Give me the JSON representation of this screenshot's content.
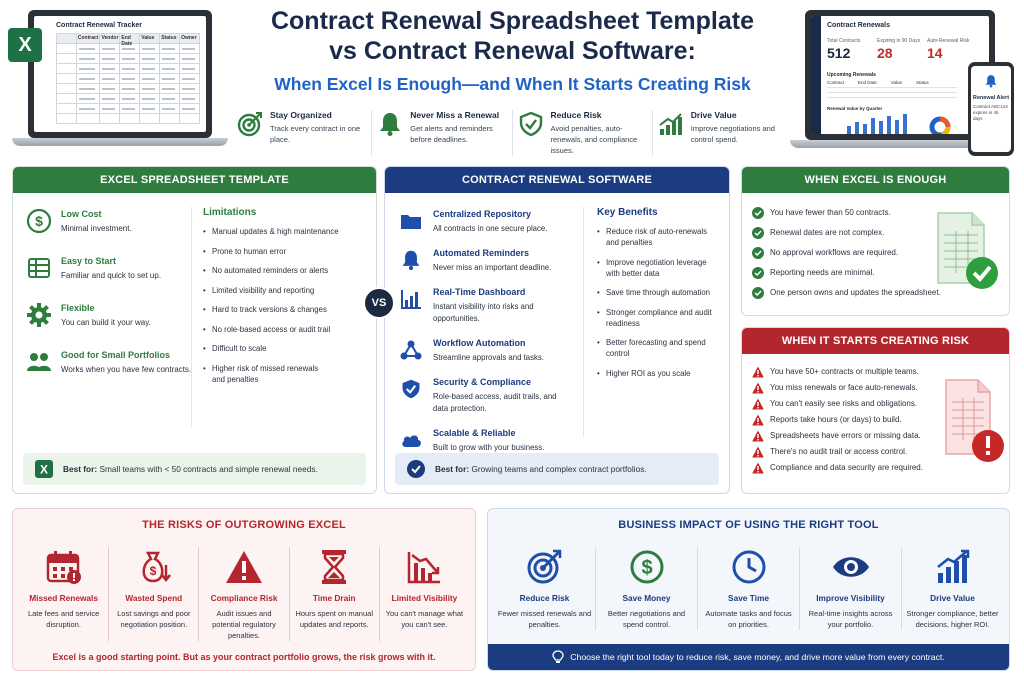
{
  "header": {
    "title_line1": "Contract Renewal Spreadsheet Template",
    "title_line2": "vs Contract Renewal Software:",
    "subtitle": "When Excel Is Enough—and When It Starts Creating Risk",
    "excel_badge": "X",
    "laptop_sheet": {
      "title": "Contract Renewal Tracker",
      "columns": [
        "Contract",
        "Vendor",
        "End Date",
        "Value",
        "Status",
        "Owner"
      ]
    },
    "dashboard": {
      "title": "Contract Renewals",
      "kpis": [
        {
          "label": "Total Contracts",
          "value": "512",
          "color": "#1b2a41"
        },
        {
          "label": "Expiring in 90 Days",
          "value": "28",
          "color": "#c62828"
        },
        {
          "label": "Auto-Renewal Risk",
          "value": "14",
          "color": "#c62828"
        }
      ],
      "upcoming_label": "Upcoming Renewals",
      "upcoming_columns": [
        "Contract",
        "End Date",
        "Value",
        "Status"
      ],
      "chart_label": "Renewal Value by Quarter"
    },
    "phone": {
      "title": "Renewal Alert",
      "text": "Contract ABC123 expires in 45 days"
    },
    "features": [
      {
        "title": "Stay Organized",
        "desc": "Track every contract in one place.",
        "icon": "target-icon"
      },
      {
        "title": "Never Miss a Renewal",
        "desc": "Get alerts and reminders before deadlines.",
        "icon": "bell-icon"
      },
      {
        "title": "Reduce Risk",
        "desc": "Avoid penalties, auto-renewals, and compliance issues.",
        "icon": "shield-check-icon"
      },
      {
        "title": "Drive Value",
        "desc": "Improve negotiations and control spend.",
        "icon": "growth-chart-icon"
      }
    ]
  },
  "excel_panel": {
    "header": "EXCEL SPREADSHEET TEMPLATE",
    "pros": [
      {
        "title": "Low Cost",
        "desc": "Minimal investment."
      },
      {
        "title": "Easy to Start",
        "desc": "Familiar and quick to set up."
      },
      {
        "title": "Flexible",
        "desc": "You can build it your way."
      },
      {
        "title": "Good for Small Portfolios",
        "desc": "Works when you have few contracts."
      }
    ],
    "limitations_title": "Limitations",
    "limitations": [
      "Manual updates & high maintenance",
      "Prone to human error",
      "No automated reminders or alerts",
      "Limited visibility and reporting",
      "Hard to track versions & changes",
      "No role-based access or audit trail",
      "Difficult to scale",
      "Higher risk of missed renewals and penalties"
    ],
    "best_for_label": "Best for:",
    "best_for_text": "Small teams with < 50 contracts and simple renewal needs."
  },
  "vs_label": "VS",
  "software_panel": {
    "header": "CONTRACT RENEWAL SOFTWARE",
    "features": [
      {
        "title": "Centralized Repository",
        "desc": "All contracts in one secure place."
      },
      {
        "title": "Automated Reminders",
        "desc": "Never miss an important deadline."
      },
      {
        "title": "Real-Time Dashboard",
        "desc": "Instant visibility into risks and opportunities."
      },
      {
        "title": "Workflow Automation",
        "desc": "Streamline approvals and tasks."
      },
      {
        "title": "Security & Compliance",
        "desc": "Role-based access, audit trails, and data protection."
      },
      {
        "title": "Scalable & Reliable",
        "desc": "Built to grow with your business."
      }
    ],
    "benefits_title": "Key Benefits",
    "benefits": [
      "Reduce risk of auto-renewals and penalties",
      "Improve negotiation leverage with better data",
      "Save time through automation",
      "Stronger compliance and audit readiness",
      "Better forecasting and spend control",
      "Higher ROI as you scale"
    ],
    "best_for_label": "Best for:",
    "best_for_text": "Growing teams and complex contract portfolios."
  },
  "enough_panel": {
    "header": "WHEN EXCEL IS ENOUGH",
    "items": [
      "You have fewer than 50 contracts.",
      "Renewal dates are not complex.",
      "No approval workflows are required.",
      "Reporting needs are minimal.",
      "One person owns and updates the spreadsheet."
    ]
  },
  "risk_panel": {
    "header": "WHEN IT STARTS CREATING RISK",
    "items": [
      "You have 50+ contracts or multiple teams.",
      "You miss renewals or face auto-renewals.",
      "You can't easily see risks and obligations.",
      "Reports take hours (or days) to build.",
      "Spreadsheets have errors or missing data.",
      "There's no audit trail or access control.",
      "Compliance and data security are required."
    ]
  },
  "outgrow_panel": {
    "title": "THE RISKS OF OUTGROWING EXCEL",
    "cards": [
      {
        "title": "Missed Renewals",
        "desc": "Late fees and service disruption."
      },
      {
        "title": "Wasted Spend",
        "desc": "Lost savings and poor negotiation position."
      },
      {
        "title": "Compliance Risk",
        "desc": "Audit issues and potential regulatory penalties."
      },
      {
        "title": "Time Drain",
        "desc": "Hours spent on manual updates and reports."
      },
      {
        "title": "Limited Visibility",
        "desc": "You can't manage what you can't see."
      }
    ],
    "footer": "Excel is a good starting point. But as your contract portfolio grows, the risk grows with it."
  },
  "impact_panel": {
    "title": "BUSINESS IMPACT OF USING THE RIGHT TOOL",
    "cards": [
      {
        "title": "Reduce Risk",
        "desc": "Fewer missed renewals and penalties."
      },
      {
        "title": "Save Money",
        "desc": "Better negotiations and spend control."
      },
      {
        "title": "Save Time",
        "desc": "Automate tasks and focus on priorities."
      },
      {
        "title": "Improve Visibility",
        "desc": "Real-time insights across your portfolio."
      },
      {
        "title": "Drive Value",
        "desc": "Stronger compliance, better decisions, higher ROI."
      }
    ],
    "footer": "Choose the right tool today to reduce risk, save money, and drive more value from every contract."
  },
  "colors": {
    "navy": "#1b2a4a",
    "blue": "#1f63c6",
    "green": "#2e7d3e",
    "red": "#b4262d",
    "excel_green": "#1e7145"
  }
}
